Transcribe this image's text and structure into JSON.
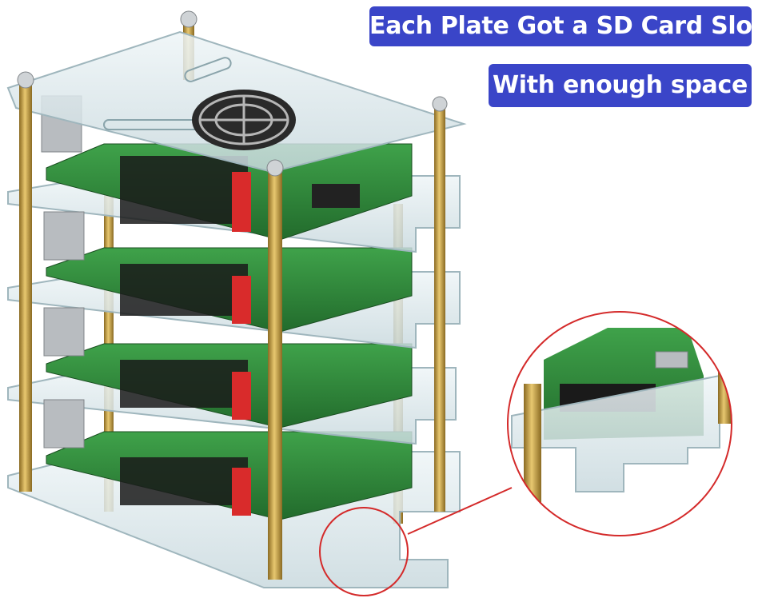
{
  "captions": {
    "line1": "Each Plate Got a SD Card Slot",
    "line2": "With enough space"
  },
  "colors": {
    "caption_bg": "#3a45c8",
    "caption_text": "#ffffff",
    "callout_circle": "#d42a2a",
    "pcb_green": "#2f8a3a",
    "brass_standoff": "#c8a246",
    "acrylic": "#d8e6ea"
  },
  "scene": {
    "subject": "stacked raspberry-pi cluster case",
    "plate_count": 5,
    "board_count": 4
  }
}
